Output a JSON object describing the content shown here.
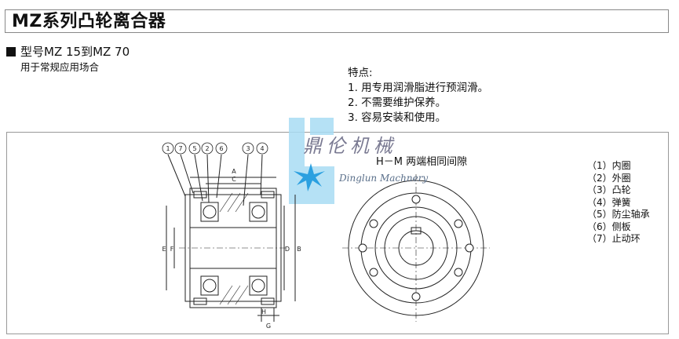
{
  "header": {
    "title": "MZ系列凸轮离合器"
  },
  "model": {
    "text": "型号MZ 15到MZ 70"
  },
  "usage": {
    "text": "用于常规应用场合"
  },
  "features": {
    "title": "特点:",
    "items": [
      "1. 用专用润滑脂进行预润滑。",
      "2. 不需要维护保养。",
      "3. 容易安装和使用。"
    ]
  },
  "watermark": {
    "cn": "鼎伦机械",
    "en": "Dinglun Machnery"
  },
  "drawing": {
    "hm_label": "H－M 两端相同间隙",
    "callouts": [
      "1",
      "7",
      "5",
      "2",
      "6",
      "3",
      "4"
    ],
    "dims": {
      "A": "A",
      "C": "C",
      "D": "D",
      "B": "B",
      "E": "E",
      "F": "F",
      "H": "H",
      "G": "G"
    }
  },
  "legend": {
    "items": [
      "（1）内圈",
      "（2）外圈",
      "（3）凸轮",
      "（4）弹簧",
      "（5）防尘轴承",
      "（6）侧板",
      "（7）止动环"
    ]
  },
  "colors": {
    "watermark_blue": "#4fb6e8",
    "line": "#222222"
  }
}
